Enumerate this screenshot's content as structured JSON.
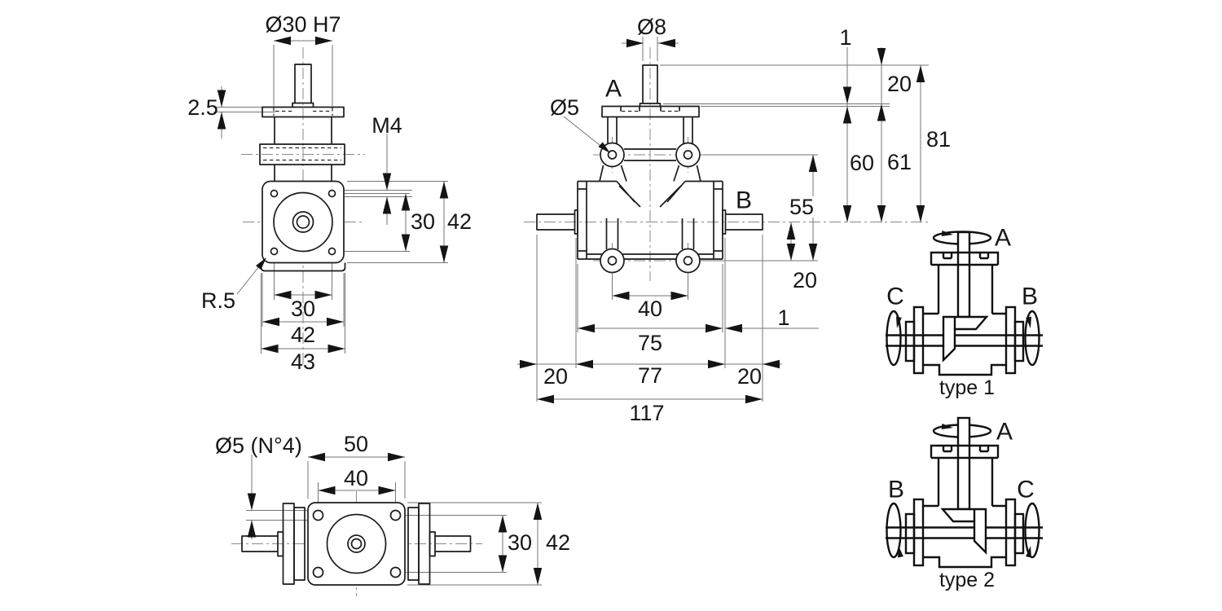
{
  "drawing": {
    "side_view": {
      "bore_dia": "Ø30 H7",
      "recess_depth": "2.5",
      "thread": "M4",
      "hole_pitch_vert": "30",
      "face_height": "42",
      "corner_radius": "R.5",
      "hole_pitch_horiz": "30",
      "face_width": "42",
      "body_depth": "43"
    },
    "front_view": {
      "shaft_dia": "Ø8",
      "axis_a": "A",
      "hole_dia": "Ø5",
      "axis_b": "B",
      "boss_gap_top": "1",
      "shaft_proj_top": "20",
      "total_height": "81",
      "flange_face_height": "60",
      "boss_face_height": "61",
      "hole_rows_span": "55",
      "axis_to_holes": "20",
      "hole_pitch": "40",
      "body_width": "75",
      "boss_gap_side": "1",
      "shaft_proj_left": "20",
      "boss_width": "77",
      "shaft_proj_right": "20",
      "total_width": "117"
    },
    "top_view": {
      "holes_note": "Ø5 (N°4)",
      "flange_width": "50",
      "hole_pitch": "40",
      "hole_pitch_vert": "30",
      "body_height": "42"
    },
    "type1": {
      "axis_a": "A",
      "axis_b": "B",
      "axis_c": "C",
      "caption": "type 1"
    },
    "type2": {
      "axis_a": "A",
      "axis_b": "B",
      "axis_c": "C",
      "caption": "type 2"
    }
  }
}
